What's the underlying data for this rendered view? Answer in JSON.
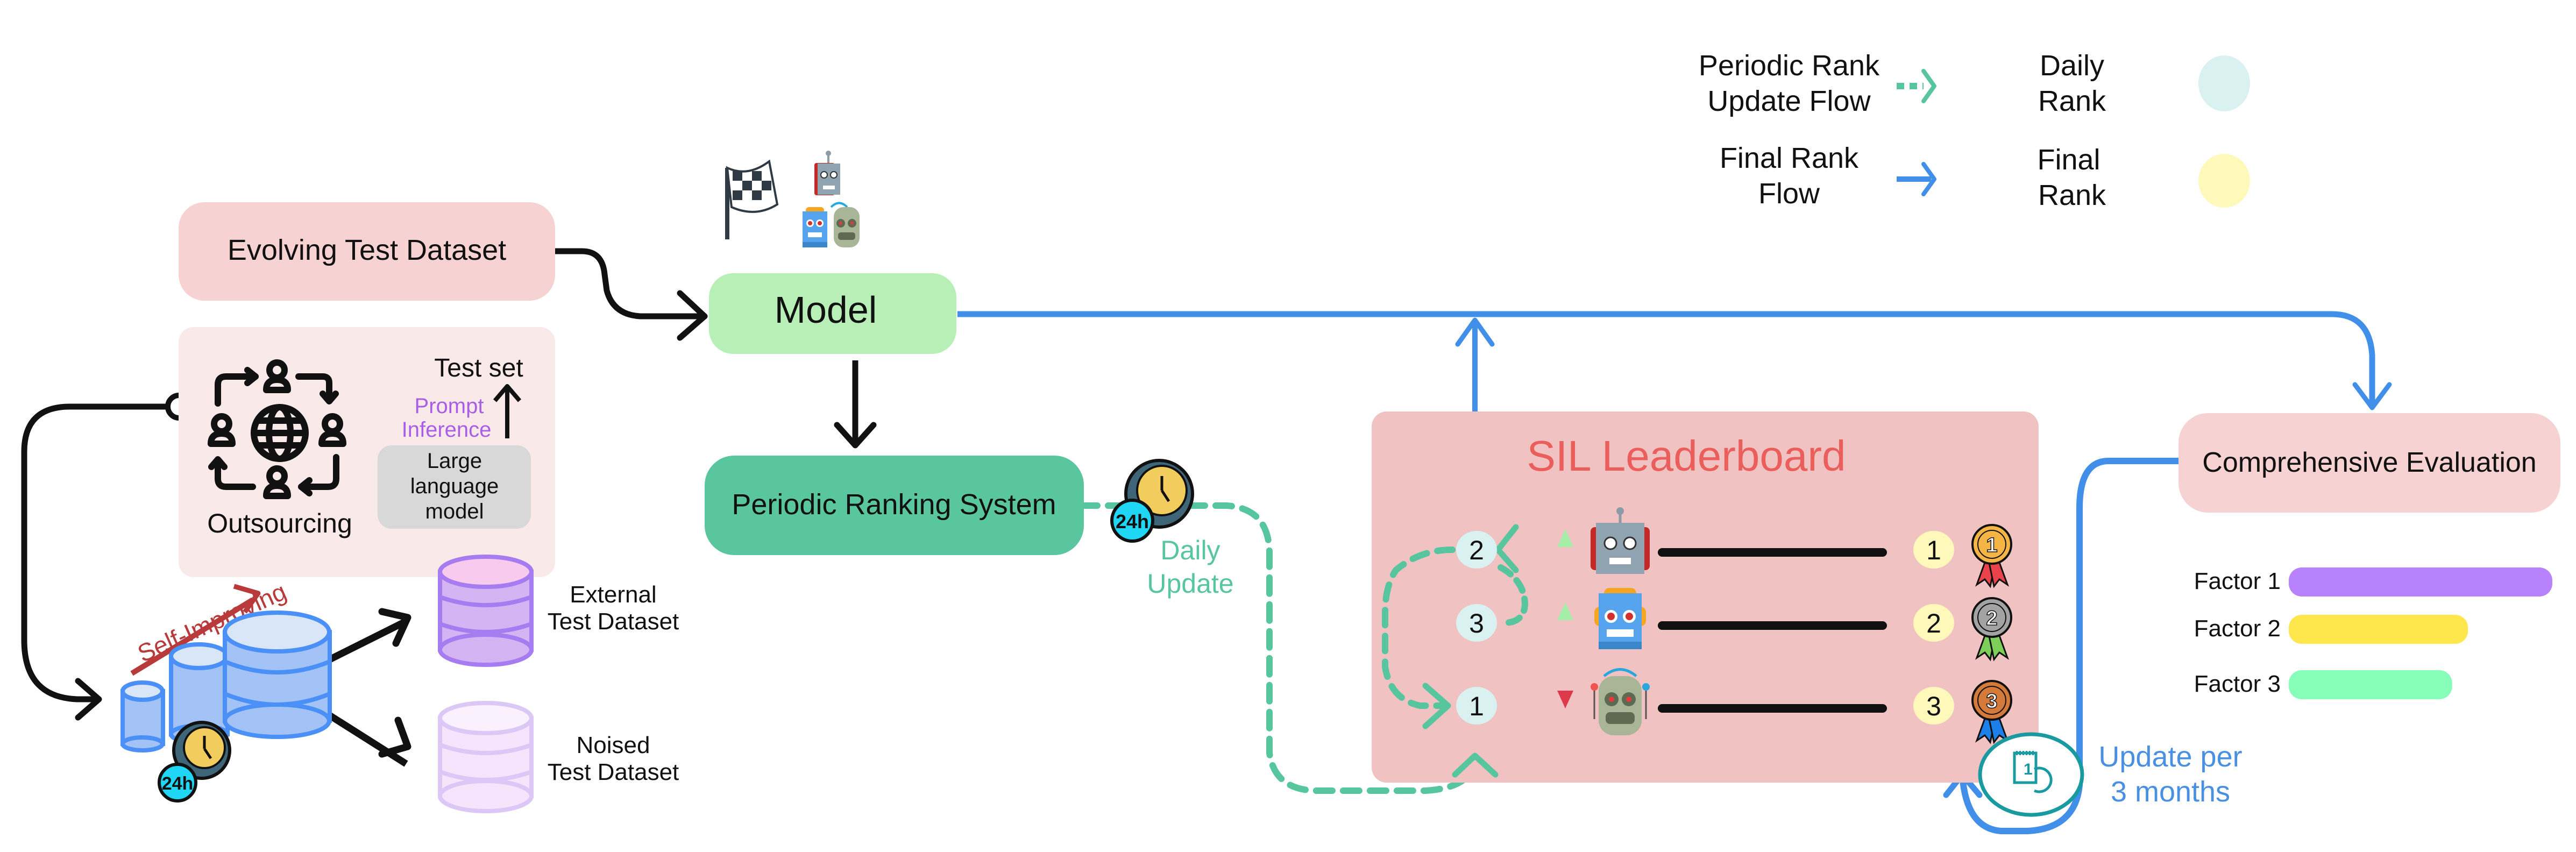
{
  "colors": {
    "black_flow": "#111111",
    "final_flow": "#418fe9",
    "periodic_flow": "#57c59e",
    "daily_rank_fill": "#d9f1f0",
    "final_rank_fill": "#fef9bb",
    "evolving_box": "#f6d3d2",
    "outsourcing_box": "#f9e9e8",
    "llm_box": "#d8d8d8",
    "model_box": "#b8efb6",
    "periodic_box": "#59c69f",
    "leaderboard_box": "#f1c2c2",
    "leaderboard_title": "#ea5e5c",
    "comp_eval_box": "#f6d3d2",
    "prompt_text": "#a95ee8",
    "self_improving": "#b83a3a",
    "update_text": "#4a90e2",
    "rank_up": "#a4eea8",
    "rank_down": "#dc3a4a",
    "factor1": "#b882fd",
    "factor2": "#fee64d",
    "factor3": "#86feba"
  },
  "legend": {
    "periodic_flow_label_line1": "Periodic Rank",
    "periodic_flow_label_line2": "Update Flow",
    "final_flow_label_line1": "Final Rank",
    "final_flow_label_line2": "Flow",
    "daily_rank_line1": "Daily",
    "daily_rank_line2": "Rank",
    "final_rank_line1": "Final",
    "final_rank_line2": "Rank"
  },
  "evolving_test_dataset": {
    "label": "Evolving Test Dataset"
  },
  "outsourcing": {
    "label": "Outsourcing",
    "test_set": "Test set",
    "prompt_line1": "Prompt",
    "prompt_line2": "Inference",
    "llm_line1": "Large",
    "llm_line2": "language",
    "llm_line3": "model"
  },
  "self_improving": {
    "label": "Self-Improving",
    "clock_badge": "24h"
  },
  "datasets": {
    "external_line1": "External",
    "external_line2": "Test Dataset",
    "noised_line1": "Noised",
    "noised_line2": "Test Dataset"
  },
  "model": {
    "label": "Model"
  },
  "periodic_ranking": {
    "label": "Periodic Ranking System",
    "clock_badge": "24h",
    "daily_update_line1": "Daily",
    "daily_update_line2": "Update"
  },
  "leaderboard": {
    "title": "SIL Leaderboard",
    "rows": [
      {
        "daily_rank": "2",
        "trend": "up",
        "final_rank": "1",
        "medal": "1",
        "robot": "grey-robot"
      },
      {
        "daily_rank": "3",
        "trend": "up",
        "final_rank": "2",
        "medal": "2",
        "robot": "blue-robot"
      },
      {
        "daily_rank": "1",
        "trend": "down",
        "final_rank": "3",
        "medal": "3",
        "robot": "green-robot"
      }
    ]
  },
  "comprehensive_evaluation": {
    "label": "Comprehensive Evaluation",
    "factors": [
      {
        "label": "Factor 1",
        "value": 1.0
      },
      {
        "label": "Factor 2",
        "value": 0.68
      },
      {
        "label": "Factor 3",
        "value": 0.62
      }
    ]
  },
  "update_cycle": {
    "line1": "Update per",
    "line2": "3 months"
  }
}
